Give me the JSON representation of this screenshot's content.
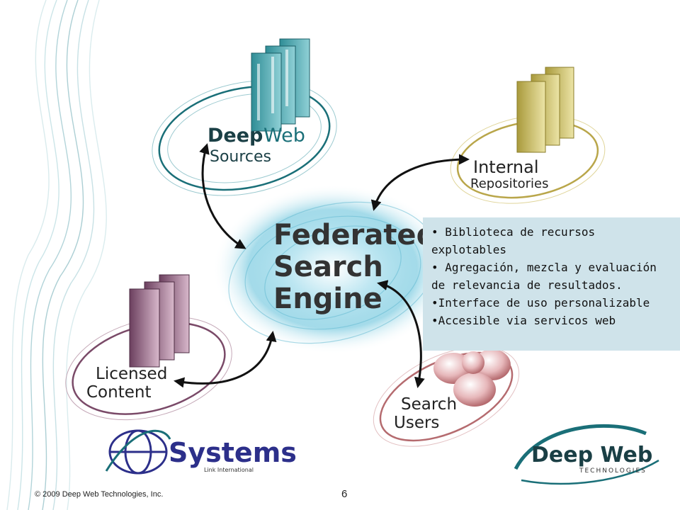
{
  "nodes": {
    "deep_web": {
      "line1": "Deep",
      "line1b": "Web",
      "line2": "Sources",
      "color": "#1a6f78"
    },
    "internal": {
      "line1": "Internal",
      "line2": "Repositories",
      "color": "#b9a64a"
    },
    "licensed": {
      "line1": "Licensed",
      "line2": "Content",
      "color": "#7a4a68"
    },
    "users": {
      "line1": "Search",
      "line2": "Users",
      "color": "#b56b6f"
    }
  },
  "center": {
    "line1": "Federated",
    "line2": "Search",
    "line3": "Engine"
  },
  "bullets": [
    "• Biblioteca de recursos explotables",
    "• Agregación, mezcla y evaluación de relevancia de resultados.",
    "•Interface de uso personalizable",
    "•Accesible via servicos web"
  ],
  "logos": {
    "systems": {
      "name": "Systems",
      "tagline": "Link International"
    },
    "dwt": {
      "name": "Deep Web",
      "tagline": "TECHNOLOGIES"
    }
  },
  "footer": {
    "copyright": "© 2009 Deep Web Technologies, Inc.",
    "page": "6"
  }
}
